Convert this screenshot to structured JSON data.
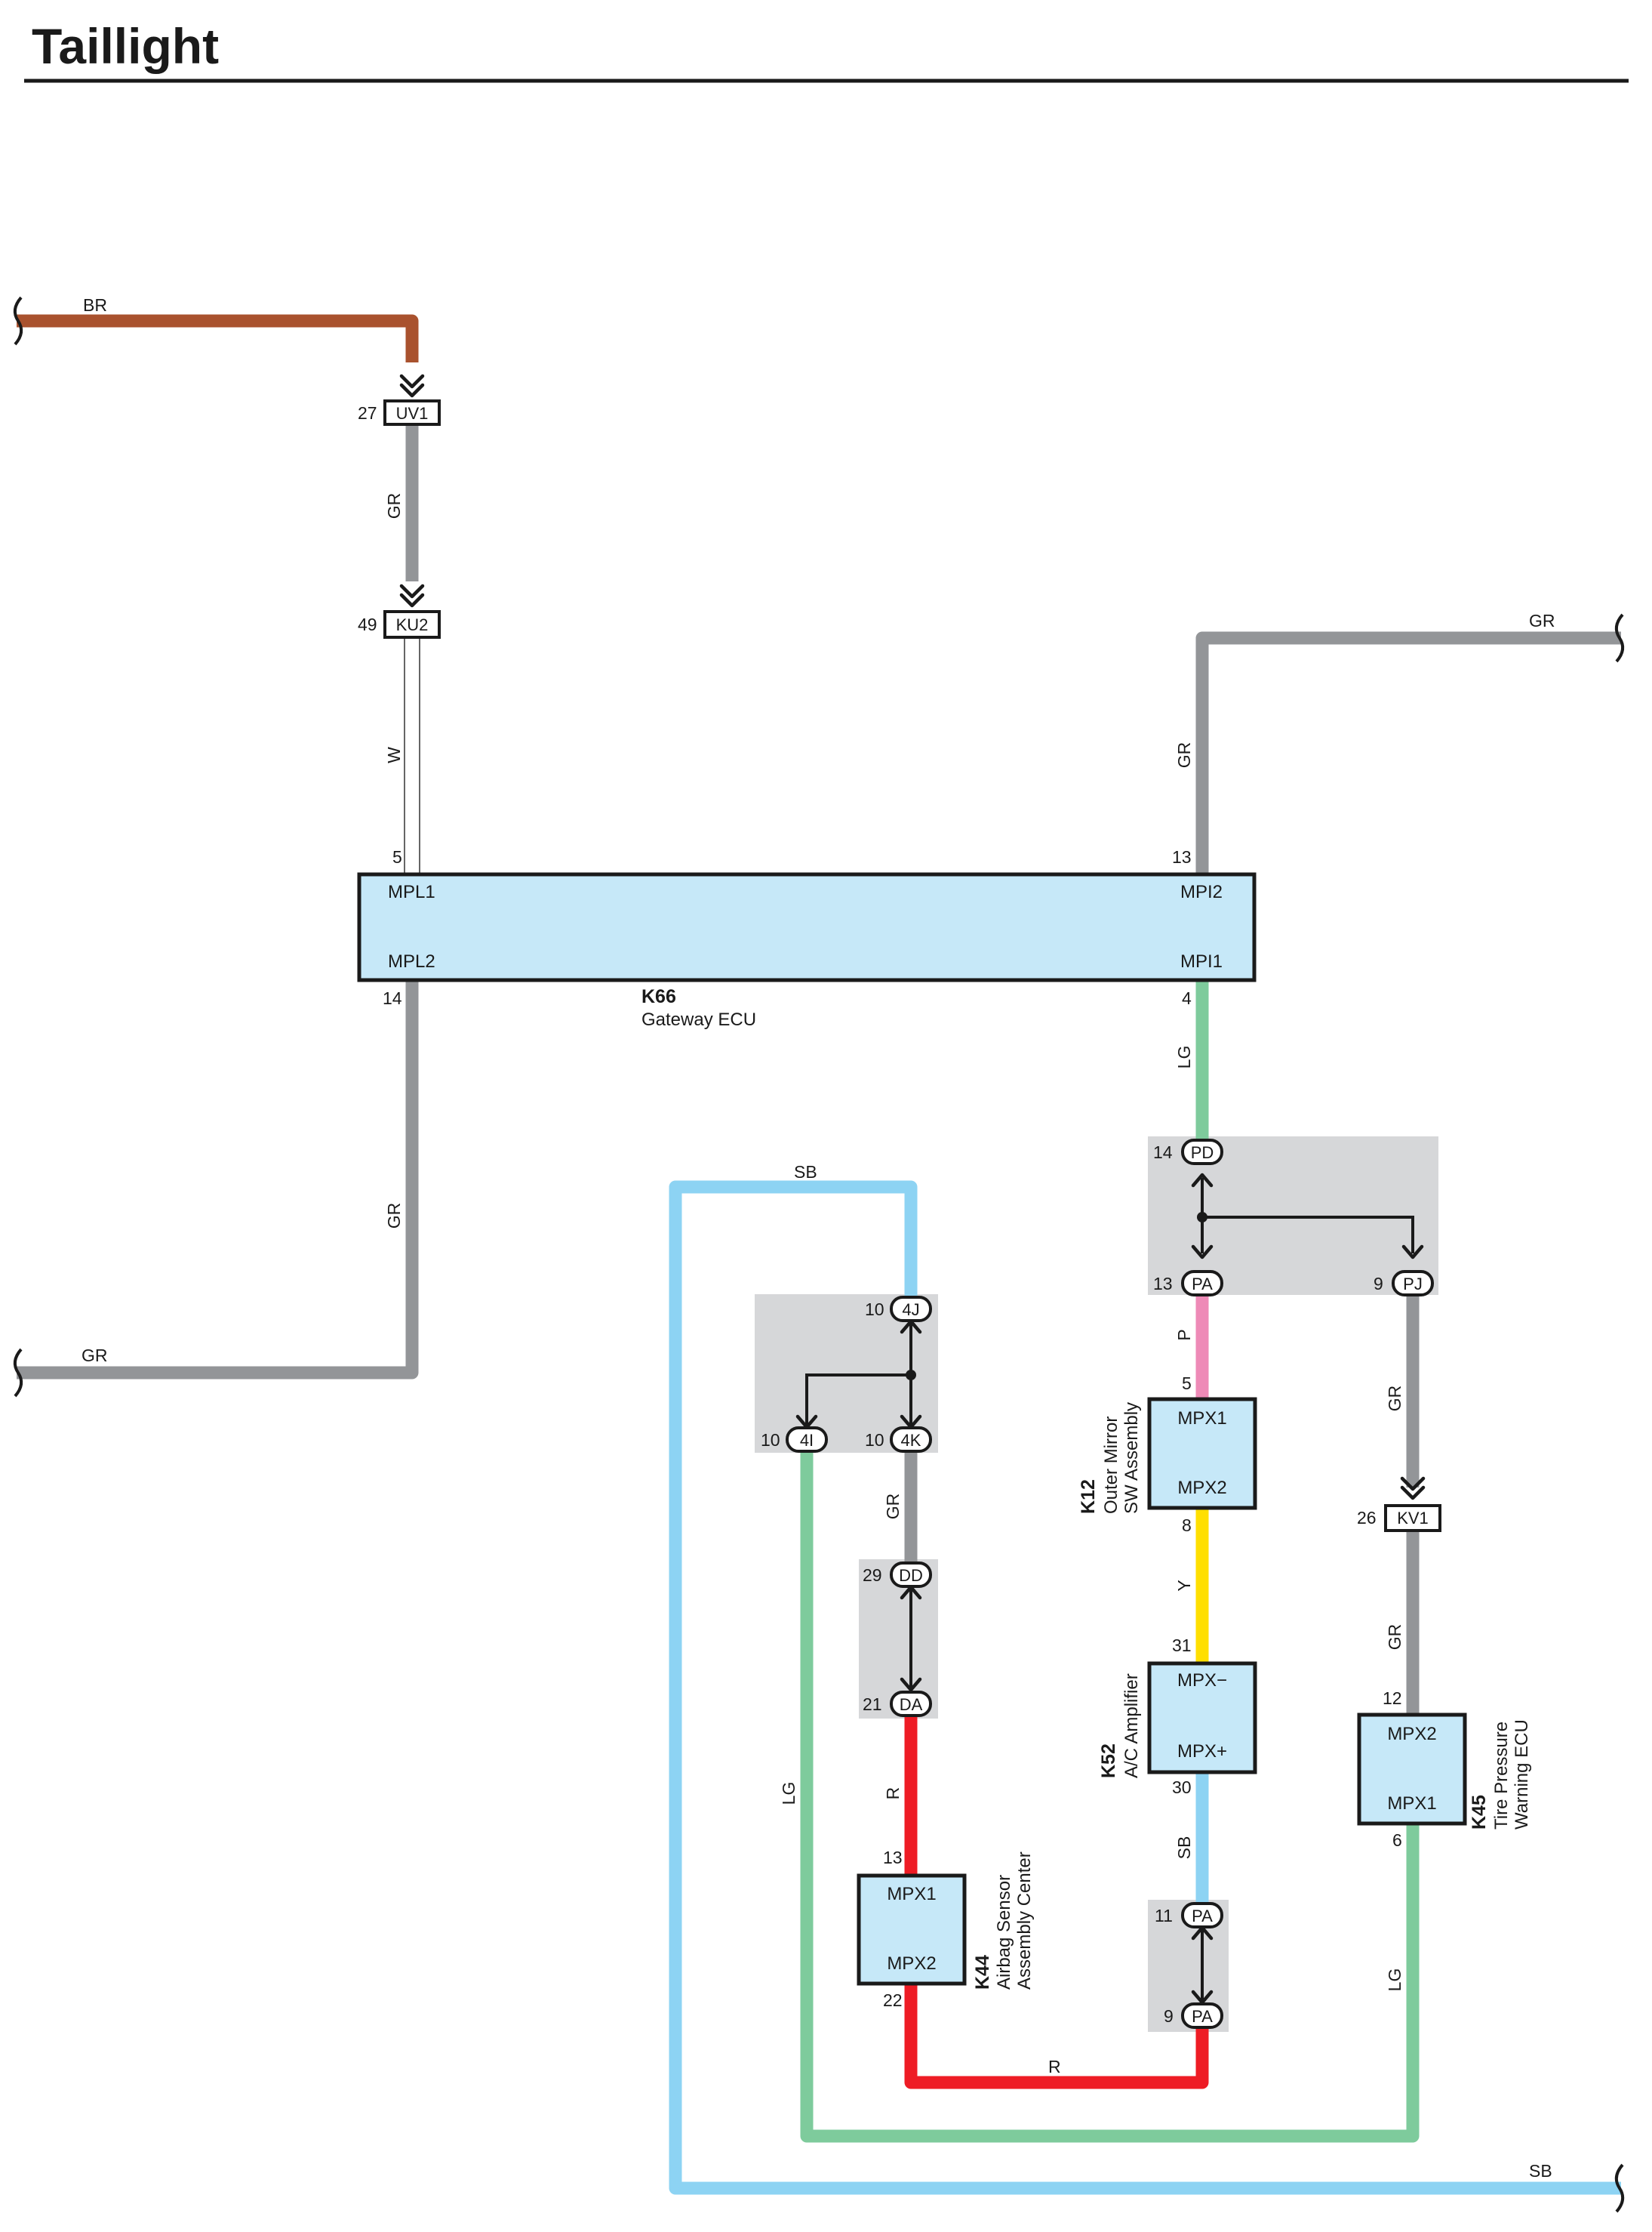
{
  "title": "Taillight",
  "colors": {
    "BR": "#a9522e",
    "GR": "#939598",
    "W": "#ffffff",
    "LG": "#7ecb9c",
    "SB": "#8dd3f3",
    "P": "#ee8ab7",
    "Y": "#ffdf00",
    "R": "#ee1c25",
    "ecu_fill": "#c6e8f8",
    "junction_fill": "#d6d7d9"
  },
  "wire_labels": {
    "br_top": "BR",
    "gr_uv1_ku2": "GR",
    "w_ku2_k66": "W",
    "gr_top_right": "GR",
    "gr_k66_mpi2": "GR",
    "gr_k66_mpl2": "GR",
    "gr_left_bottom": "GR",
    "lg_k66_pd": "LG",
    "sb_top": "SB",
    "p_pa_k12": "P",
    "gr_pj_kv1": "GR",
    "gr_kv1_k45": "GR",
    "gr_4k_dd": "GR",
    "y_k12_k52": "Y",
    "lg_4i": "LG",
    "r_da_k44": "R",
    "sb_k52_pa": "SB",
    "lg_k45": "LG",
    "r_bottom": "R",
    "sb_bottom": "SB"
  },
  "connectors": {
    "uv1": {
      "name": "UV1",
      "pin": "27"
    },
    "ku2": {
      "name": "KU2",
      "pin": "49"
    },
    "kv1": {
      "name": "KV1",
      "pin": "26"
    },
    "pd": {
      "name": "PD",
      "pin": "14"
    },
    "pa_upper": {
      "name": "PA",
      "pin": "13"
    },
    "pj": {
      "name": "PJ",
      "pin": "9"
    },
    "c4j": {
      "name": "4J",
      "pin": "10"
    },
    "c4i": {
      "name": "4I",
      "pin": "10"
    },
    "c4k": {
      "name": "4K",
      "pin": "10"
    },
    "dd": {
      "name": "DD",
      "pin": "29"
    },
    "da": {
      "name": "DA",
      "pin": "21"
    },
    "pa_mid": {
      "name": "PA",
      "pin": "11"
    },
    "pa_low": {
      "name": "PA",
      "pin": "9"
    }
  },
  "components": {
    "k66": {
      "code": "K66",
      "name": "Gateway ECU",
      "pins": {
        "mpl1": "MPL1",
        "mpl2": "MPL2",
        "mpi2": "MPI2",
        "mpi1": "MPI1"
      },
      "pin_numbers": {
        "mpl1": "5",
        "mpl2": "14",
        "mpi2": "13",
        "mpi1": "4"
      }
    },
    "k12": {
      "code": "K12",
      "name_line1": "Outer Mirror",
      "name_line2": "SW Assembly",
      "pins": {
        "top": "MPX1",
        "bottom": "MPX2"
      },
      "pin_numbers": {
        "top": "5",
        "bottom": "8"
      }
    },
    "k52": {
      "code": "K52",
      "name_line1": "A/C Amplifier",
      "pins": {
        "top": "MPX−",
        "bottom": "MPX+"
      },
      "pin_numbers": {
        "top": "31",
        "bottom": "30"
      }
    },
    "k45": {
      "code": "K45",
      "name_line1": "Tire Pressure",
      "name_line2": "Warning ECU",
      "pins": {
        "top": "MPX2",
        "bottom": "MPX1"
      },
      "pin_numbers": {
        "top": "12",
        "bottom": "6"
      }
    },
    "k44": {
      "code": "K44",
      "name_line1": "Airbag Sensor",
      "name_line2": "Assembly Center",
      "pins": {
        "top": "MPX1",
        "bottom": "MPX2"
      },
      "pin_numbers": {
        "top": "13",
        "bottom": "22"
      }
    }
  }
}
